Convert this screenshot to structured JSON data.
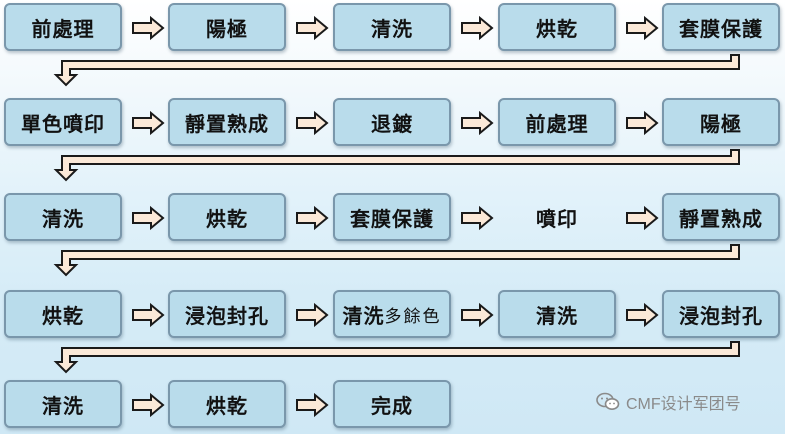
{
  "rows": [
    {
      "steps": [
        {
          "text": "前處理"
        },
        {
          "text": "陽極"
        },
        {
          "text": "清洗"
        },
        {
          "text": "烘乾"
        },
        {
          "text": "套膜保護"
        }
      ]
    },
    {
      "steps": [
        {
          "text": "單色噴印"
        },
        {
          "text": "靜置熟成"
        },
        {
          "text": "退鍍"
        },
        {
          "text": "前處理"
        },
        {
          "text": "陽極"
        }
      ]
    },
    {
      "steps": [
        {
          "text": "清洗"
        },
        {
          "text": "烘乾"
        },
        {
          "text": "套膜保護"
        },
        {
          "text": "噴印",
          "boxed": false
        },
        {
          "text": "靜置熟成"
        }
      ]
    },
    {
      "steps": [
        {
          "text": "烘乾"
        },
        {
          "text": "浸泡封孔"
        },
        {
          "text": "清洗",
          "suffix": "多餘色"
        },
        {
          "text": "清洗"
        },
        {
          "text": "浸泡封孔"
        }
      ]
    },
    {
      "steps": [
        {
          "text": "清洗"
        },
        {
          "text": "烘乾"
        },
        {
          "text": "完成"
        }
      ]
    }
  ],
  "colors": {
    "box_fill": "#b9dceb",
    "box_border": "#7a97ab",
    "arrow_fill": "#fbe9d8",
    "arrow_stroke": "#1a1a1a"
  },
  "watermark": {
    "icon": "wechat-icon",
    "text": "CMF设计军团号"
  }
}
